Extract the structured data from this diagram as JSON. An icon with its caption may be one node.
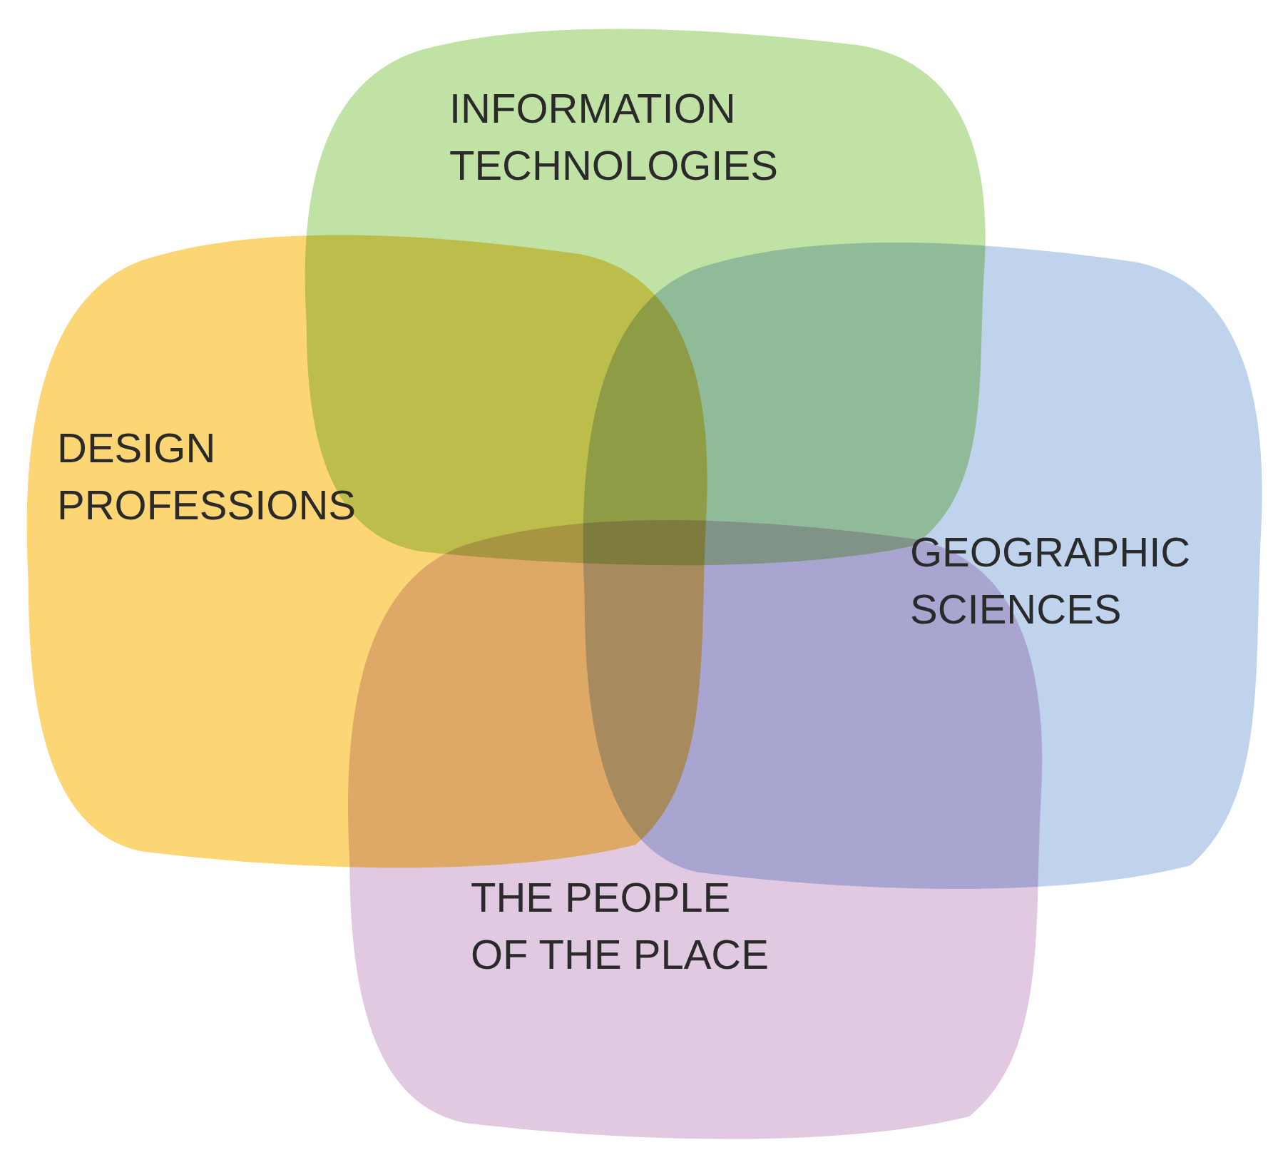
{
  "diagram": {
    "nodes": [
      {
        "text": [
          "INFORMATION TECHNOLOGIES"
        ]
      },
      {
        "text": [
          "DESIGN PROFESSIONS"
        ]
      },
      {
        "text": [
          "GEOGRAPHIC SCIENCES"
        ]
      },
      {
        "text": [
          "THE PEOPLE OF THE PLACE"
        ]
      }
    ]
  }
}
